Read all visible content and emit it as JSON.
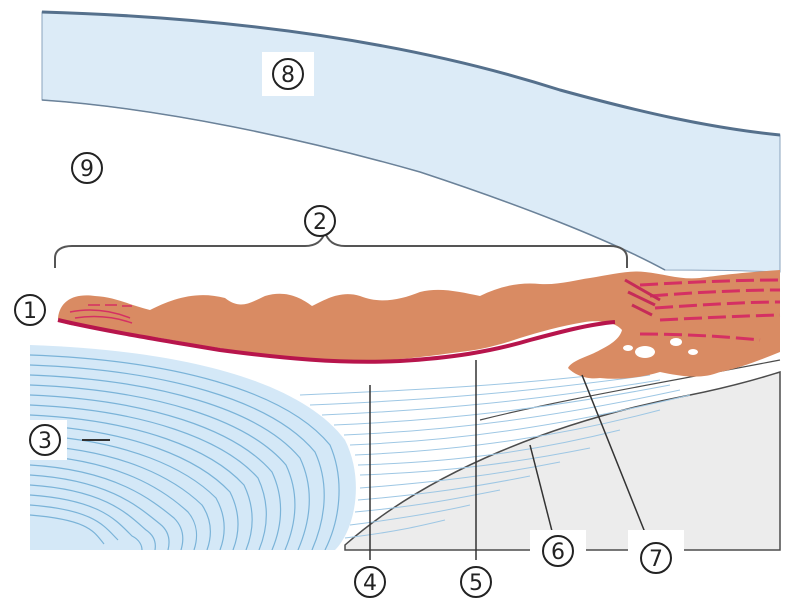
{
  "diagram": {
    "labels": [
      {
        "id": "1",
        "text": "1"
      },
      {
        "id": "2",
        "text": "2"
      },
      {
        "id": "3",
        "text": "3"
      },
      {
        "id": "4",
        "text": "4"
      },
      {
        "id": "5",
        "text": "5"
      },
      {
        "id": "6",
        "text": "6"
      },
      {
        "id": "7",
        "text": "7"
      },
      {
        "id": "8",
        "text": "8"
      },
      {
        "id": "9",
        "text": "9"
      }
    ],
    "colors": {
      "cornea": "#dcebf7",
      "corneaEdge": "#55708c",
      "iris": "#d98b63",
      "irisEdge": "#b7154c",
      "lens": "#d4e8f7",
      "lensLine": "#7ab3d8",
      "zonule": "#9ec7e4",
      "body": "#ececec",
      "irisMuscle": "#d53063"
    }
  }
}
